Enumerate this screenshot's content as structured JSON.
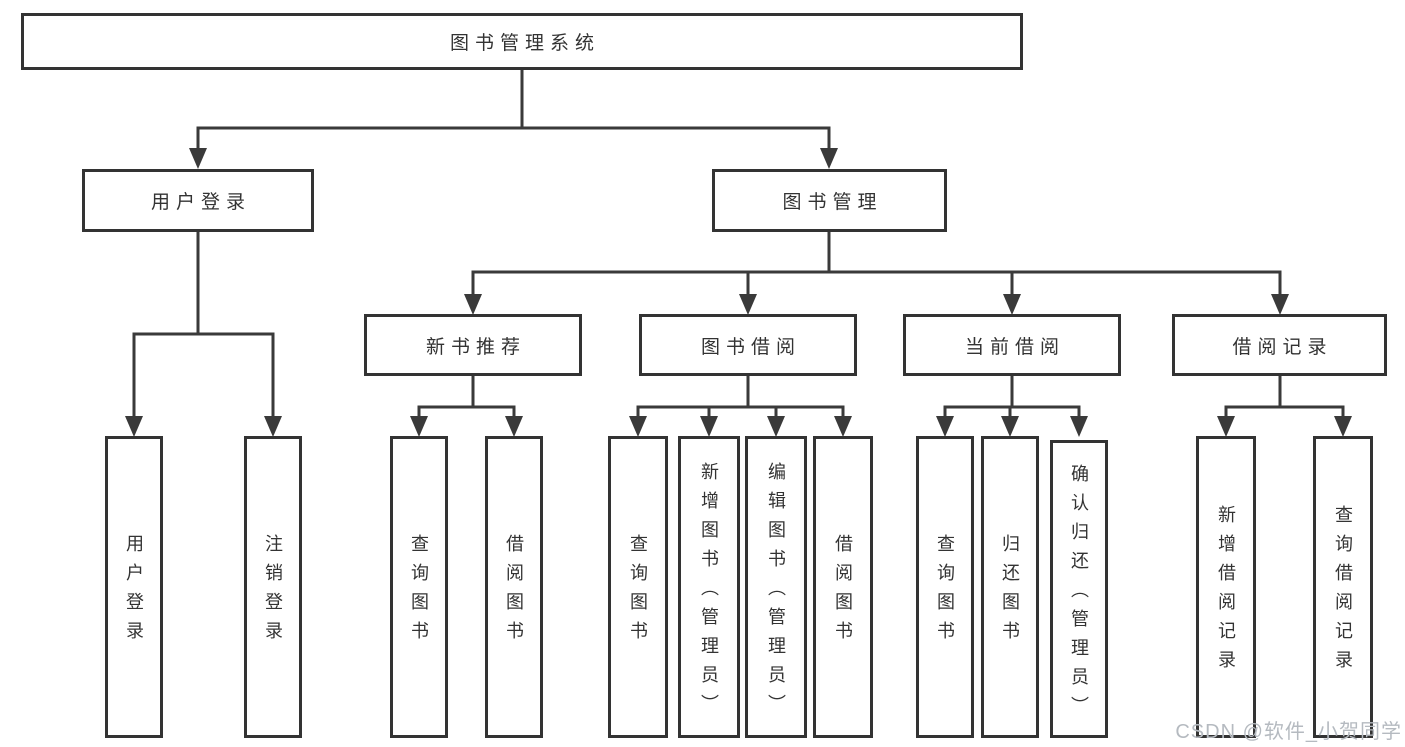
{
  "diagram": {
    "root": {
      "label": "图书管理系统"
    },
    "level2": {
      "user_login": {
        "label": "用户登录"
      },
      "book_mgmt": {
        "label": "图书管理"
      }
    },
    "level3": {
      "new_book_rec": {
        "label": "新书推荐"
      },
      "book_borrow": {
        "label": "图书借阅"
      },
      "current_borrow": {
        "label": "当前借阅"
      },
      "borrow_records": {
        "label": "借阅记录"
      }
    },
    "leaves": {
      "ul_user_login": {
        "label": "用户登录"
      },
      "ul_logout": {
        "label": "注销登录"
      },
      "nb_query_books": {
        "label": "查询图书"
      },
      "nb_borrow_books": {
        "label": "借阅图书"
      },
      "bb_query_books": {
        "label": "查询图书"
      },
      "bb_add_books": {
        "label": "新增图书（管理员）"
      },
      "bb_edit_books": {
        "label": "编辑图书（管理员）"
      },
      "bb_borrow_books": {
        "label": "借阅图书"
      },
      "cb_query_books": {
        "label": "查询图书"
      },
      "cb_return_books": {
        "label": "归还图书"
      },
      "cb_confirm_return": {
        "label": "确认归还（管理员）"
      },
      "br_add_record": {
        "label": "新增借阅记录"
      },
      "br_query_record": {
        "label": "查询借阅记录"
      }
    }
  },
  "watermark": {
    "text": "CSDN @软件_小贺同学"
  },
  "colors": {
    "line": "#3a3a3a",
    "border": "#333333",
    "text": "#333333",
    "background": "#ffffff",
    "watermark": "#b5bac0"
  }
}
